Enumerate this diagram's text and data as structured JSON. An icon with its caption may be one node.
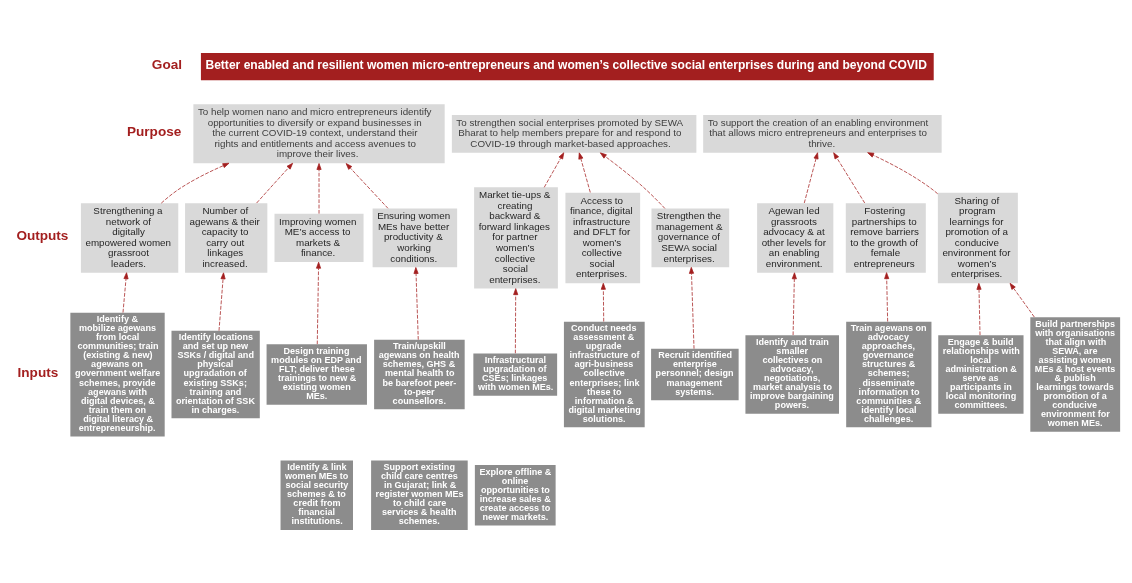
{
  "diagram": {
    "nodes": [
      {
        "text": [
          "Better enabled and resilient women micro-entrepreneurs and women’s collective social enterprises during and beyond COVID"
        ]
      },
      {
        "text": [
          "To help women nano and micro entrepreneurs identify opportunities to diversify or expand businesses in the current COVID-19 context, understand their rights and entitlements and access avenues to improve their lives."
        ]
      },
      {
        "text": [
          "To strengthen social enterprises promoted by SEWA Bharat to help members prepare for and respond to COVID-19 through market-based approaches."
        ]
      },
      {
        "text": [
          "To support the creation of an enabling environment that allows micro entrepreneurs and enterprises to thrive."
        ]
      },
      {
        "text": [
          "Strengthening a network of digitally empowered women grassroot leaders."
        ]
      },
      {
        "text": [
          "Number of agewans & their capacity to carry out linkages increased."
        ]
      },
      {
        "text": [
          "Improving women ME’s access to markets & finance."
        ]
      },
      {
        "text": [
          "Ensuring women MEs have better productivity & working conditions."
        ]
      },
      {
        "text": [
          "Market tie-ups & creating backward & forward linkages for partner women’s collective social enterprises."
        ]
      },
      {
        "text": [
          "Access to finance, digital infrastructure and DFLT for women’s collective social enterprises."
        ]
      },
      {
        "text": [
          "Strengthen the management & governance of SEWA social enterprises."
        ]
      },
      {
        "text": [
          "Agewan led grassroots advocacy & at other levels for an enabling environment."
        ]
      },
      {
        "text": [
          "Fostering partnerships to remove barriers to the growth of female entrepreneurs"
        ]
      },
      {
        "text": [
          "Sharing of program learnings for promotion of a conducive environment for women’s enterprises."
        ]
      },
      {
        "text": [
          "Identify & mobilize agewans from local communities; train (existing & new) agewans on government welfare schemes, provide agewans with digital devices, & train them on digital literacy & entrepreneurship."
        ]
      },
      {
        "text": [
          "Identify locations and set up new SSKs / digital and physical upgradation of existing SSKs; training and orientation of SSK in charges."
        ]
      },
      {
        "text": [
          "Design training modules on EDP and FLT; deliver these trainings to new & existing women MEs."
        ]
      },
      {
        "text": [
          "Identify & link women MEs to social security schemes & to credit from financial institutions."
        ]
      },
      {
        "text": [
          "Train/upskill agewans on health schemes, GHS & mental health to be barefoot peer-to-peer counsellors."
        ]
      },
      {
        "text": [
          "Support existing child care centres in Gujarat; link & register women MEs to child care services & health schemes."
        ]
      },
      {
        "text": [
          "Infrastructural upgradation of CSEs; linkages with women MEs."
        ]
      },
      {
        "text": [
          "Explore offline & online opportunities to increase sales &  create access to newer markets."
        ]
      },
      {
        "text": [
          "Conduct needs assessment & upgrade infrastructure of agri-business collective enterprises; link these to information & digital marketing solutions."
        ]
      },
      {
        "text": [
          "Recruit identified enterprise personnel; design management systems."
        ]
      },
      {
        "text": [
          "Identify and train smaller collectives on advocacy, negotiations, market analysis to improve bargaining powers."
        ]
      },
      {
        "text": [
          "Train agewans on advocacy approaches, governance structures & schemes; disseminate information to communities & identify local challenges."
        ]
      },
      {
        "text": [
          "Engage & build relationships with local administration &  serve as participants in local monitoring committees."
        ]
      },
      {
        "text": [
          "Build partnerships with organisations that align with SEWA, are assisting women MEs & host events & publish learnings towards promotion of a conducive environment for women MEs."
        ]
      }
    ],
    "edges": [
      {
        "from": 4,
        "to": 1,
        "arrow": "to",
        "style": "dashed"
      },
      {
        "from": 5,
        "to": 1,
        "arrow": "to",
        "style": "dashed"
      },
      {
        "from": 6,
        "to": 1,
        "arrow": "to",
        "style": "dashed"
      },
      {
        "from": 7,
        "to": 1,
        "arrow": "to",
        "style": "dashed"
      },
      {
        "from": 8,
        "to": 2,
        "arrow": "to",
        "style": "dashed"
      },
      {
        "from": 9,
        "to": 2,
        "arrow": "to",
        "style": "dashed"
      },
      {
        "from": 10,
        "to": 2,
        "arrow": "to",
        "style": "dashed"
      },
      {
        "from": 11,
        "to": 3,
        "arrow": "to",
        "style": "dashed"
      },
      {
        "from": 12,
        "to": 3,
        "arrow": "to",
        "style": "dashed"
      },
      {
        "from": 13,
        "to": 3,
        "arrow": "to",
        "style": "dashed"
      },
      {
        "from": 14,
        "to": 4,
        "arrow": "to",
        "style": "dashed"
      },
      {
        "from": 15,
        "to": 5,
        "arrow": "to",
        "style": "dashed"
      },
      {
        "from": 16,
        "to": 6,
        "arrow": "to",
        "style": "dashed"
      },
      {
        "from": 18,
        "to": 7,
        "arrow": "to",
        "style": "dashed"
      },
      {
        "from": 20,
        "to": 8,
        "arrow": "to",
        "style": "dashed"
      },
      {
        "from": 22,
        "to": 9,
        "arrow": "to",
        "style": "dashed"
      },
      {
        "from": 23,
        "to": 10,
        "arrow": "to",
        "style": "dashed"
      },
      {
        "from": 24,
        "to": 11,
        "arrow": "to",
        "style": "dashed"
      },
      {
        "from": 25,
        "to": 12,
        "arrow": "to",
        "style": "dashed"
      },
      {
        "from": 26,
        "to": 13,
        "arrow": "to",
        "style": "dashed"
      },
      {
        "from": 27,
        "to": 13,
        "arrow": "to",
        "style": "dashed"
      }
    ],
    "labels": [
      "Goal",
      "Purpose",
      "Outputs",
      "Inputs"
    ]
  }
}
